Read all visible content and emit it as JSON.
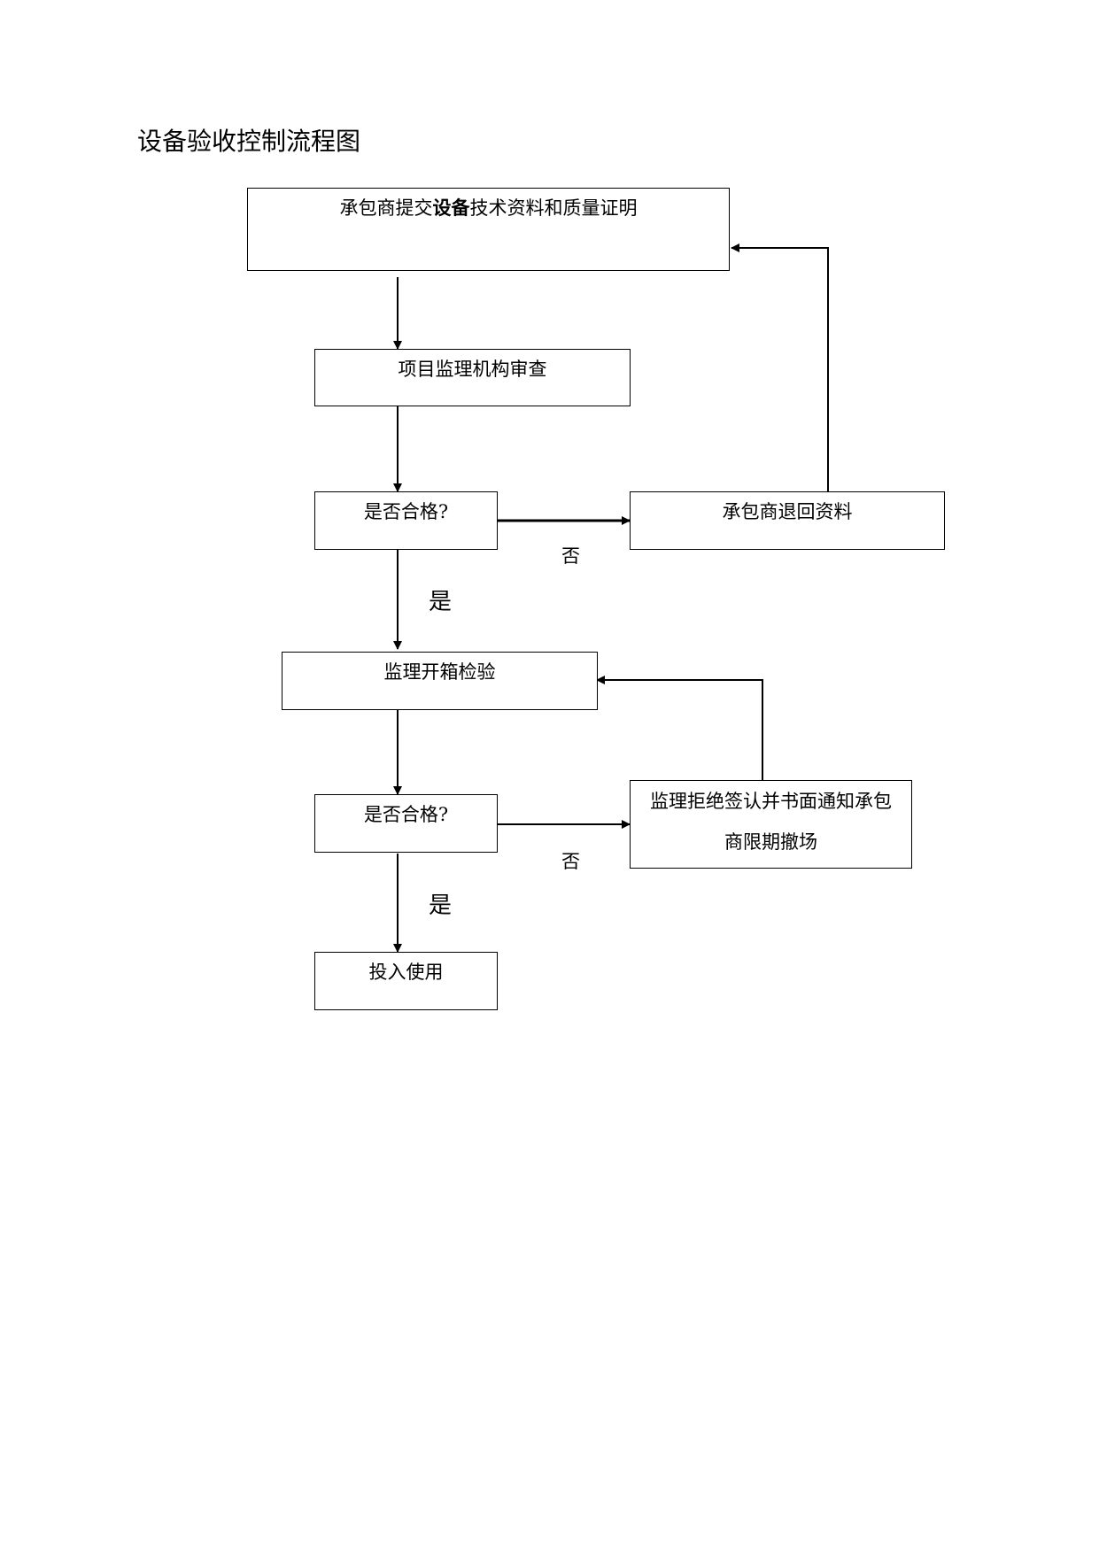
{
  "title": "设备验收控制流程图",
  "nodes": {
    "submit": {
      "prefix": "承包商提交",
      "emphasis": "设备",
      "suffix": "技术资料和质量证明"
    },
    "review": "项目监理机构审查",
    "check1": "是否合格?",
    "return_docs": "承包商退回资料",
    "unbox": "监理开箱检验",
    "check2": "是否合格?",
    "reject": "监理拒绝签认并书面通知承包商限期撤场",
    "use": "投入使用"
  },
  "edge_labels": {
    "no_1": "否",
    "yes_1": "是",
    "no_2": "否",
    "yes_2": "是"
  }
}
